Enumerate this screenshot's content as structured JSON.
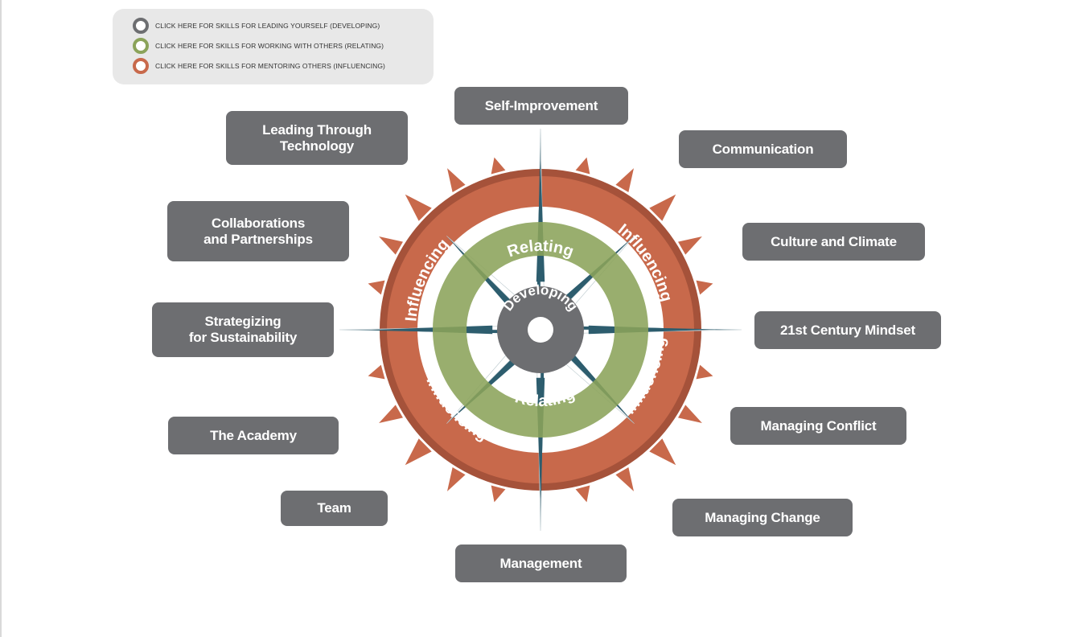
{
  "legend": {
    "items": [
      {
        "label": "CLICK HERE FOR SKILLS FOR LEADING YOURSELF (DEVELOPING)",
        "color": "#6d6e71"
      },
      {
        "label": "CLICK HERE FOR SKILLS FOR WORKING WITH OTHERS (RELATING)",
        "color": "#8ba35a"
      },
      {
        "label": "CLICK HERE FOR SKILLS FOR MENTORING OTHERS (INFLUENCING)",
        "color": "#c8694b"
      }
    ]
  },
  "compass": {
    "center_label": "Developing",
    "middle_ring_labels": [
      "Relating",
      "Relating"
    ],
    "outer_ring_labels": [
      "Influencing",
      "Influencing",
      "Influencing",
      "Influencing"
    ],
    "colors": {
      "influencing": "#c8694b",
      "influencing_edge": "#a5523a",
      "relating": "#8ba35a",
      "developing": "#6d6e71",
      "star": "#2d5d6e",
      "tick": "#c8694b"
    }
  },
  "skills": {
    "self_improvement": "Self-Improvement",
    "communication": "Communication",
    "culture_and_climate": "Culture and Climate",
    "century_mindset": "21st Century Mindset",
    "managing_conflict": "Managing Conflict",
    "managing_change": "Managing Change",
    "management": "Management",
    "team": "Team",
    "the_academy": "The Academy",
    "strategizing": "Strategizing\nfor Sustainability",
    "collaborations": "Collaborations\nand Partnerships",
    "leading_technology": "Leading Through\nTechnology"
  }
}
